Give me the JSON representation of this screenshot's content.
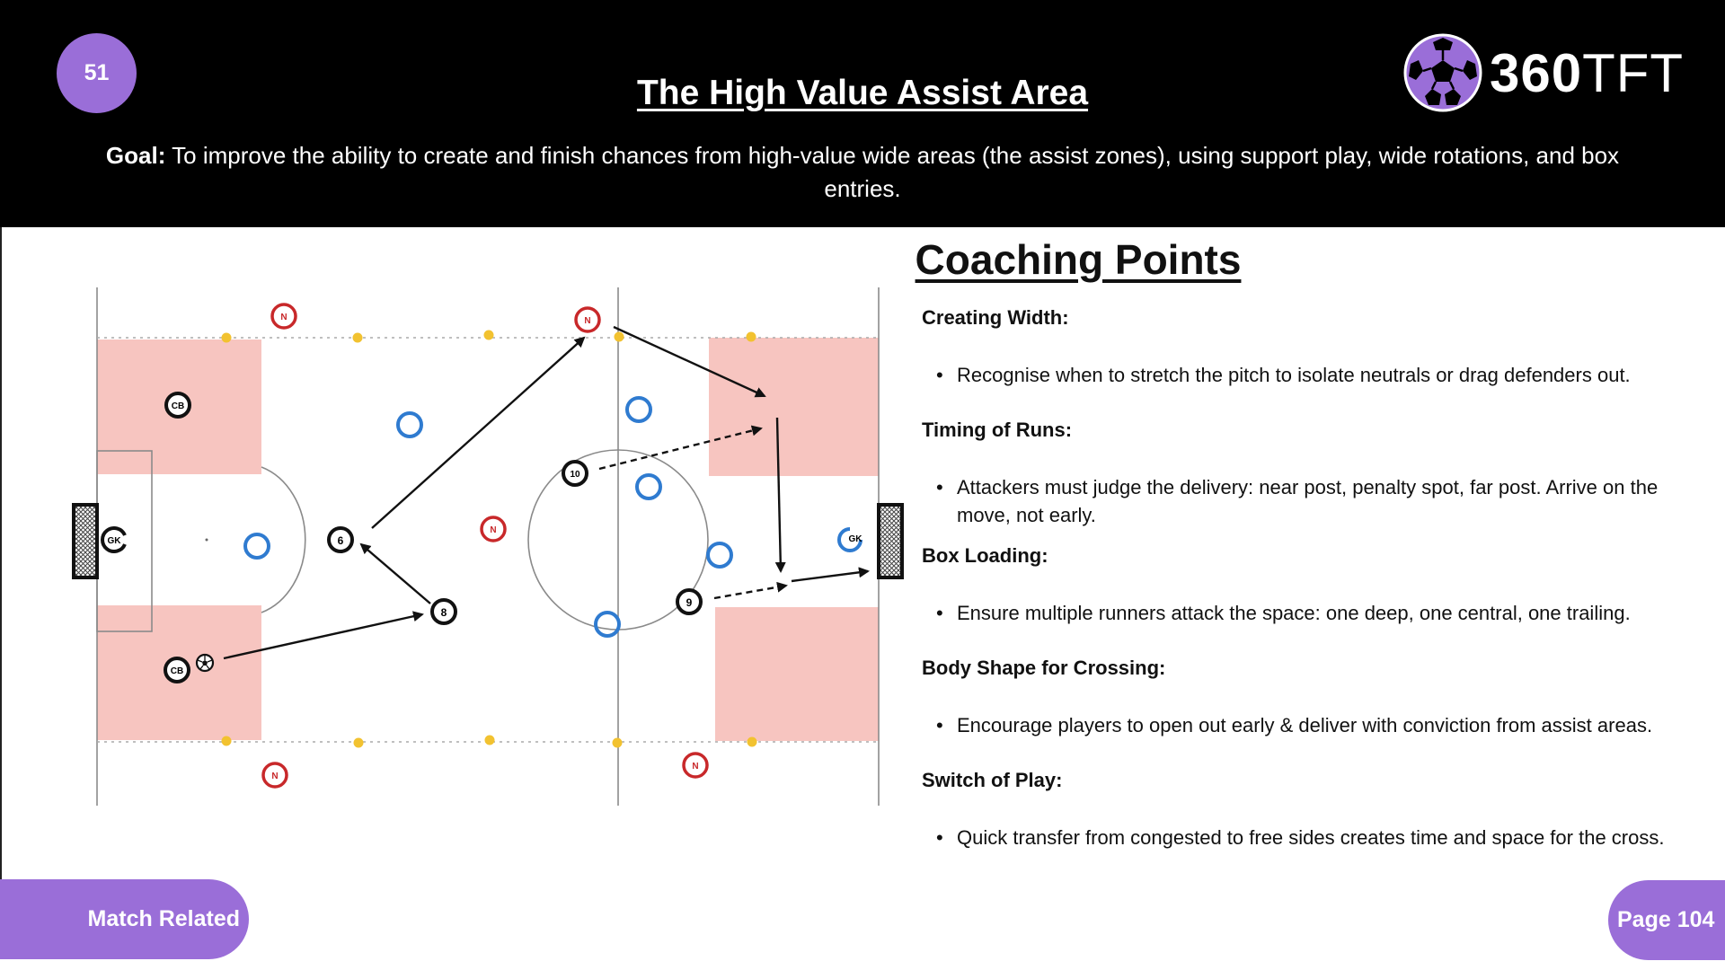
{
  "session_number": "51",
  "title": "The High Value Assist Area",
  "goal": {
    "label": "Goal:",
    "text": " To improve the ability to create and finish chances from high-value wide areas (the assist zones), using support play, wide rotations, and box entries."
  },
  "logo": {
    "text_bold": "360",
    "text_regular": "TFT",
    "icon": "soccer-ball-icon",
    "brand_color": "#9a6ed8"
  },
  "coaching_points": {
    "heading": "Coaching Points",
    "items": [
      {
        "title": "Creating Width:",
        "bullet": "Recognise when to stretch the pitch to isolate neutrals or drag defenders out."
      },
      {
        "title": "Timing of Runs:",
        "bullet": "Attackers must judge the delivery: near post, penalty spot, far post. Arrive on the move, not early."
      },
      {
        "title": "Box Loading:",
        "bullet": "Ensure multiple runners attack the space: one deep, one central, one trailing."
      },
      {
        "title": "Body Shape for Crossing:",
        "bullet": "Encourage players to open out early & deliver with conviction from assist areas."
      },
      {
        "title": "Switch of Play:",
        "bullet": "Quick transfer from congested to free sides creates time and space for the cross."
      }
    ]
  },
  "diagram": {
    "colors": {
      "zone": "#f7c5c0",
      "cone": "#f2c230",
      "neutral": "#c8282a",
      "opponent": "#2f7bd0",
      "player": "#111111"
    },
    "player_labels": [
      "CB",
      "CB",
      "GK",
      "6",
      "8",
      "10",
      "9",
      "GK"
    ],
    "neutral_label": "N"
  },
  "footer": {
    "category": "Match Related",
    "page": "Page 104"
  }
}
